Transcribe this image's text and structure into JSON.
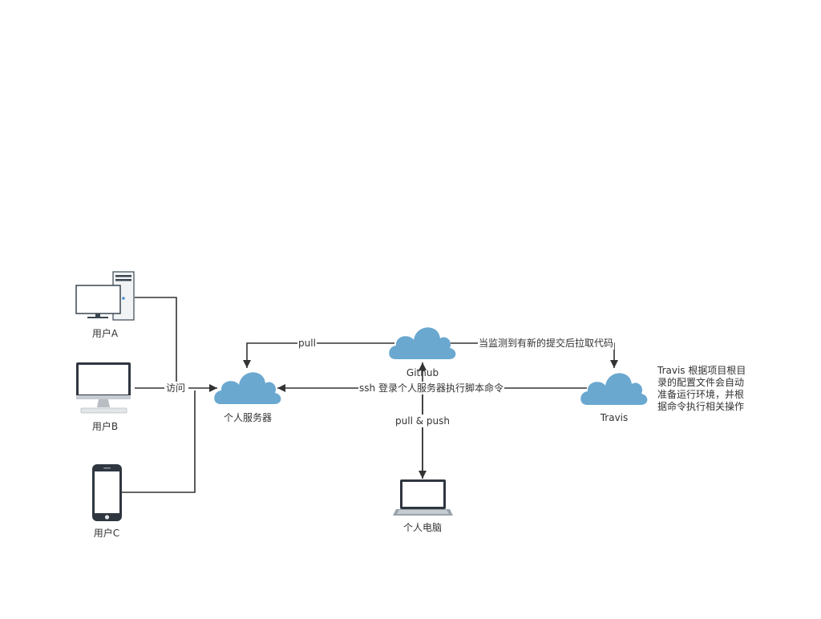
{
  "nodes": {
    "user_a": "用户A",
    "user_b": "用户B",
    "user_c": "用户C",
    "server": "个人服务器",
    "github": "Github",
    "travis": "Travis",
    "pc": "个人电脑"
  },
  "edges": {
    "visit": "访问",
    "pull": "pull",
    "detect": "当监测到有新的提交后拉取代码",
    "ssh": "ssh 登录个人服务器执行脚本命令",
    "pull_push": "pull & push"
  },
  "note": "Travis 根据项目根目录的配置文件会自动准备运行环境，并根据命令执行相关操作",
  "colors": {
    "cloud": "#6aa8d0",
    "line": "#333333"
  }
}
